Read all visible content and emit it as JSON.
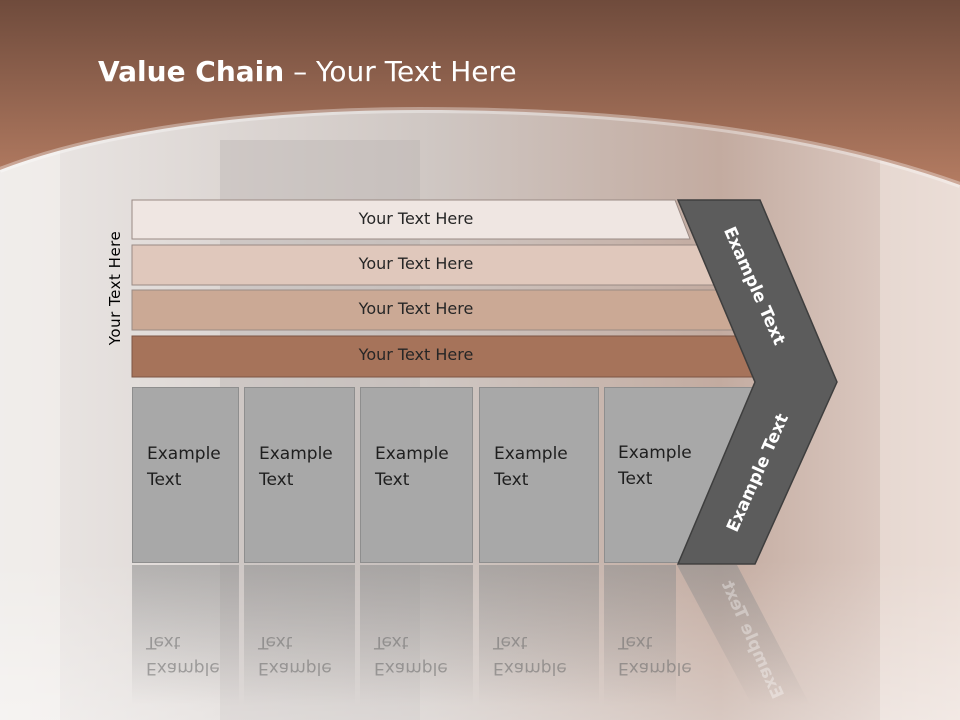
{
  "title": {
    "bold": "Value Chain",
    "rest": " – Your Text Here"
  },
  "side_label": "Your Text Here",
  "bars": [
    {
      "label": "Your Text Here",
      "color": "#efe6e2"
    },
    {
      "label": "Your Text Here",
      "color": "#e0c8bc"
    },
    {
      "label": "Your Text Here",
      "color": "#cba995"
    },
    {
      "label": "Your Text Here",
      "color": "#a6735a"
    }
  ],
  "boxes": [
    {
      "label": "Example\nText"
    },
    {
      "label": "Example\nText"
    },
    {
      "label": "Example\nText"
    },
    {
      "label": "Example\nText"
    },
    {
      "label": "Example\nText"
    }
  ],
  "chevron": {
    "top_label": "Example Text",
    "bottom_label": "Example Text",
    "color": "#5c5c5c"
  },
  "colors": {
    "header": "#9c6650",
    "box": "#a8a8a8"
  }
}
